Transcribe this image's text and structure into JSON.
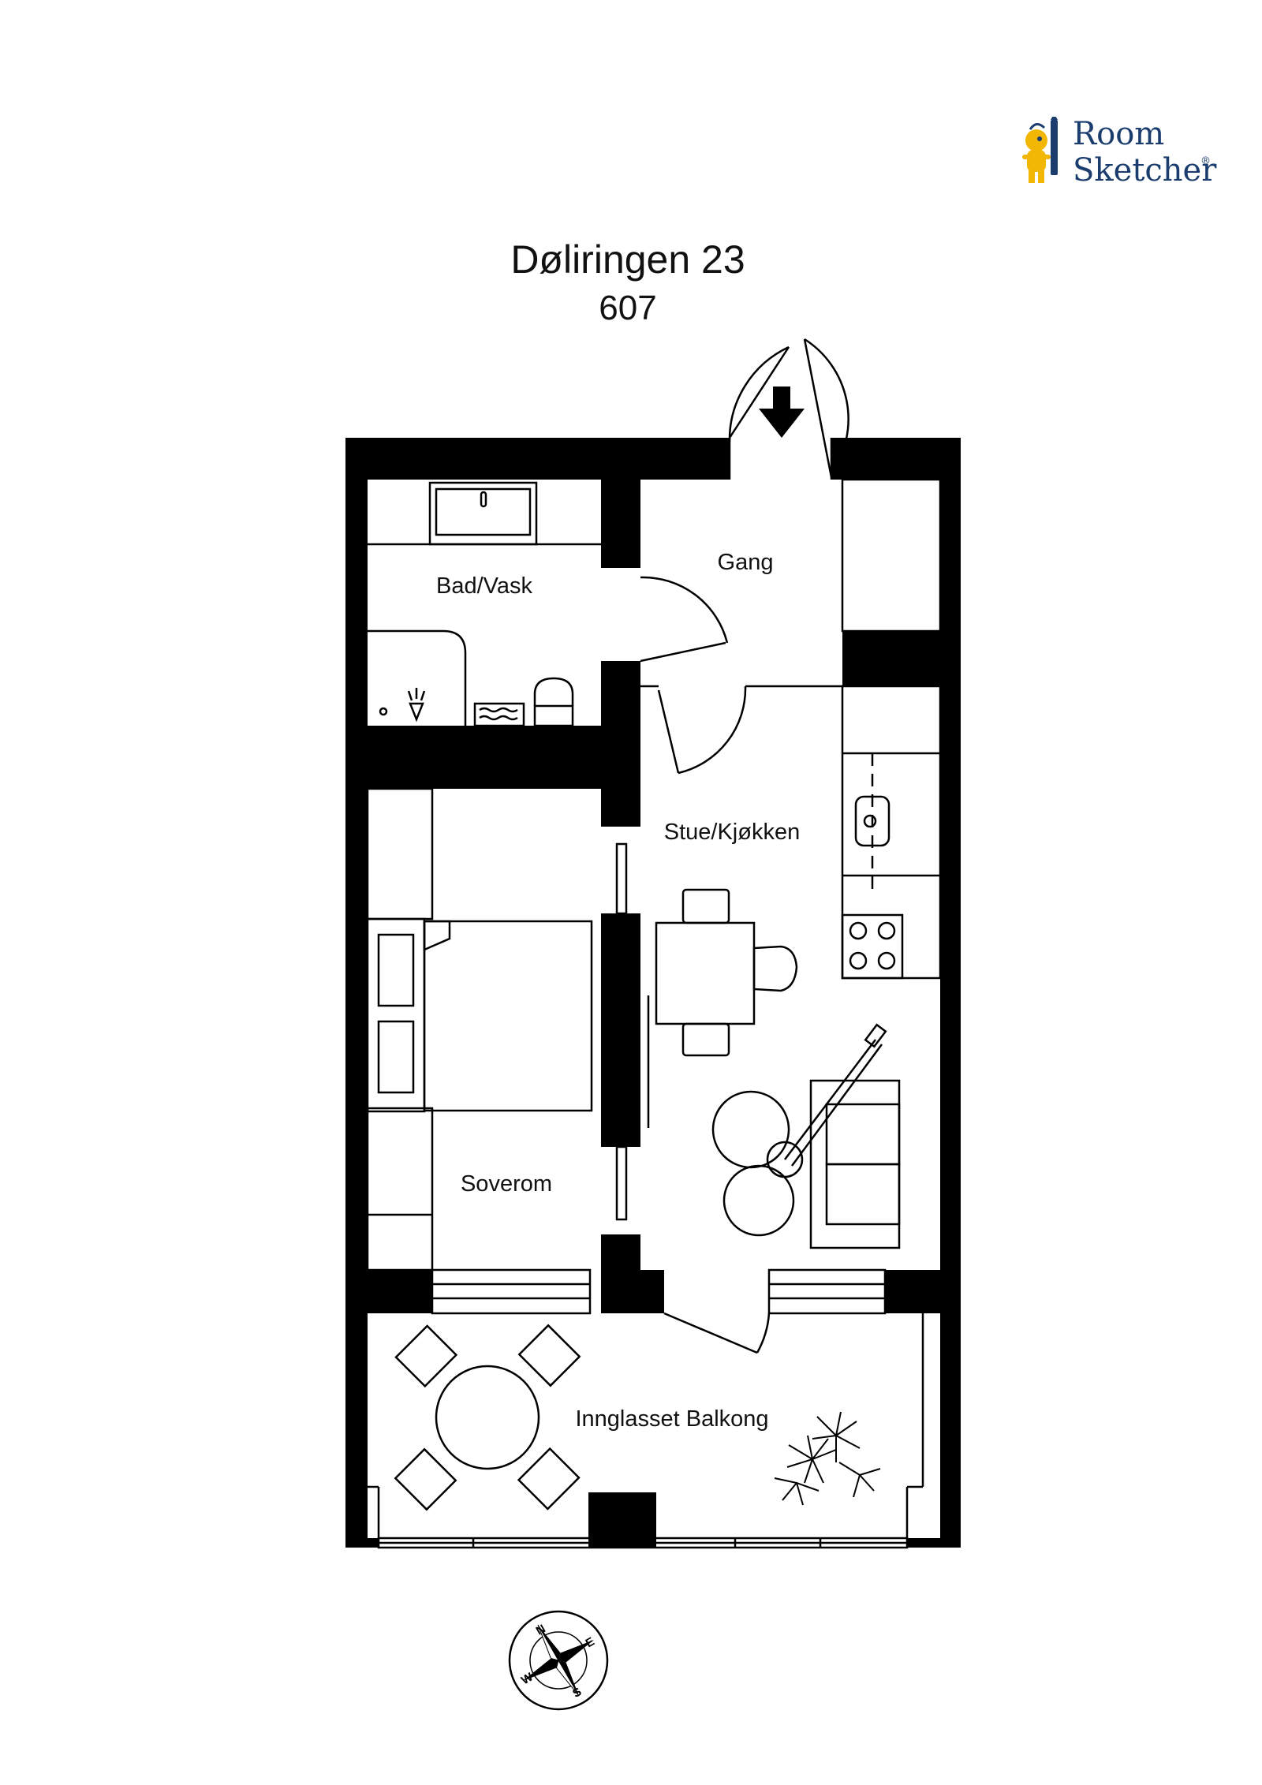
{
  "header": {
    "title": "Døliringen 23",
    "subtitle": "607"
  },
  "logo": {
    "line1": "Room",
    "line2": "Sketcher",
    "mark": "®",
    "icon": "roomsketcher-mascot-icon",
    "text_color": "#1a3d6e",
    "accent_color": "#f2b705"
  },
  "rooms": {
    "bath": "Bad/Vask",
    "hall": "Gang",
    "living": "Stue/Kjøkken",
    "bedroom": "Soverom",
    "balcony": "Innglasset Balkong"
  },
  "compass": {
    "icon": "compass-rose-icon",
    "labels": [
      "N",
      "E",
      "S",
      "W"
    ]
  },
  "colors": {
    "wall": "#000000",
    "background": "#ffffff"
  }
}
